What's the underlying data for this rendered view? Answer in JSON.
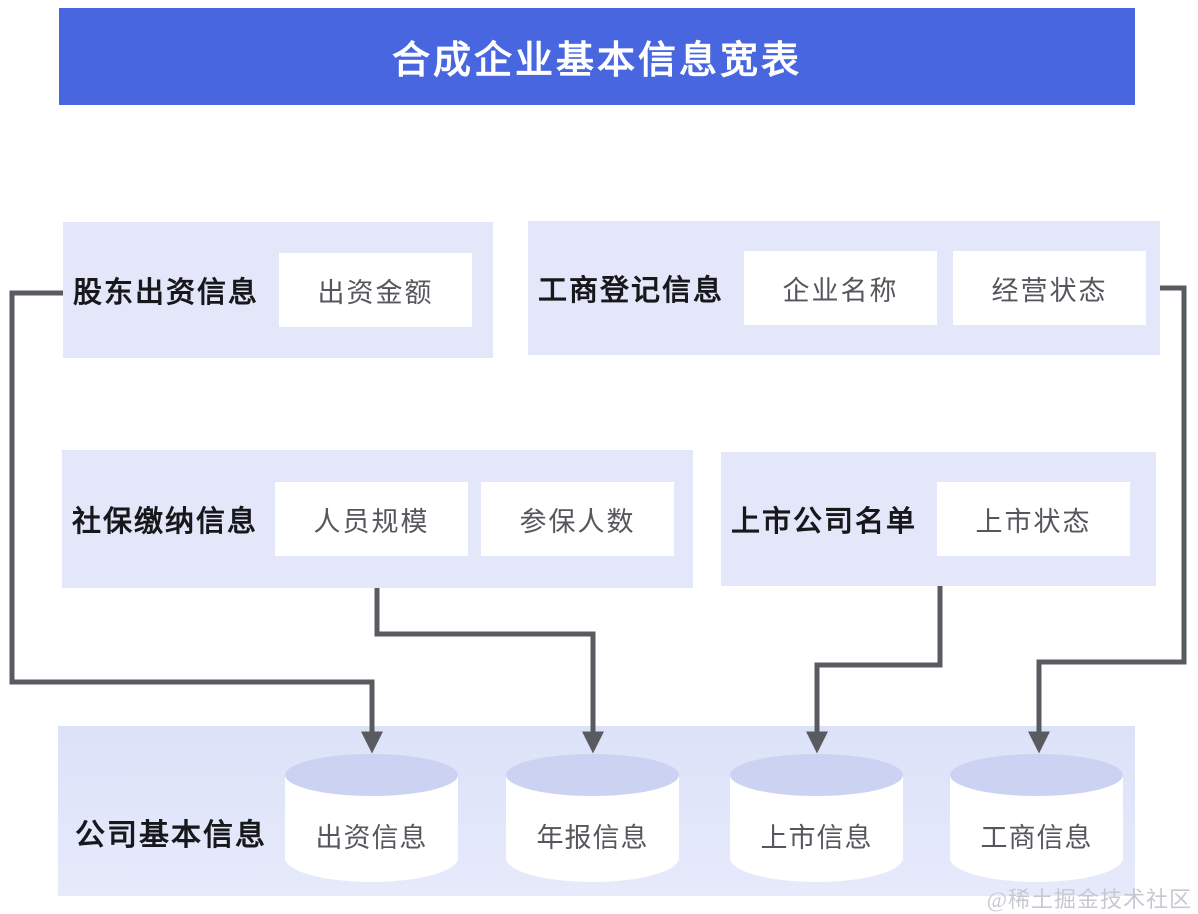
{
  "title": "合成企业基本信息宽表",
  "watermark": "@稀土掘金技术社区",
  "colors": {
    "banner_blue": "#4766DF",
    "group_lavender": "#E3E7F9",
    "bottom_lavender": "#E0E5F9",
    "cylinder_top": "#CCD3F2",
    "connector_gray": "#595B60",
    "label_black": "#17181B",
    "field_gray": "#55575C"
  },
  "groups": [
    {
      "label": "股东出资信息",
      "fields": [
        "出资金额"
      ]
    },
    {
      "label": "工商登记信息",
      "fields": [
        "企业名称",
        "经营状态"
      ]
    },
    {
      "label": "社保缴纳信息",
      "fields": [
        "人员规模",
        "参保人数"
      ]
    },
    {
      "label": "上市公司名单",
      "fields": [
        "上市状态"
      ]
    }
  ],
  "result": {
    "label": "公司基本信息",
    "stores": [
      "出资信息",
      "年报信息",
      "上市信息",
      "工商信息"
    ]
  }
}
